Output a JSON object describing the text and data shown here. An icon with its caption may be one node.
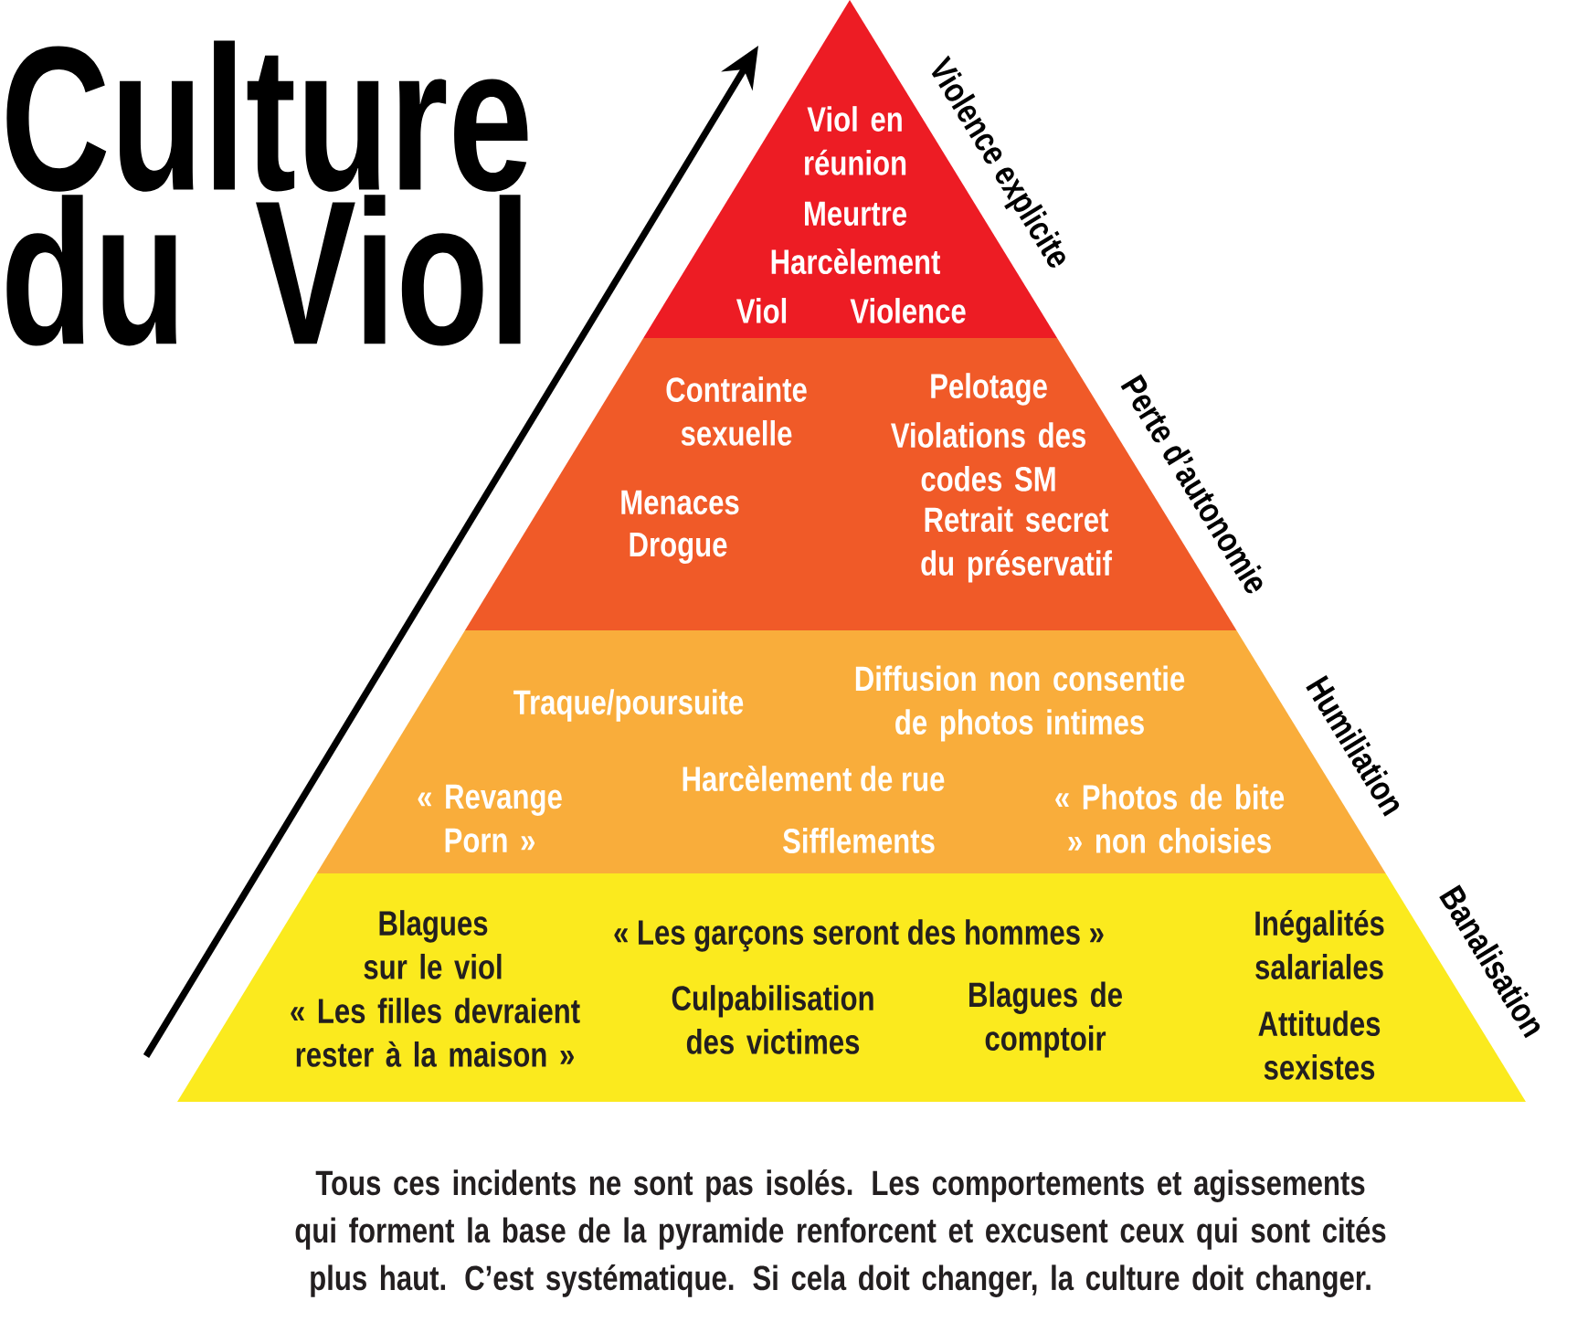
{
  "diagram": {
    "title": "Culture du Viol",
    "caption": "Tous ces incidents ne sont pas isolés. Les comportements et agissements qui forment la base de la pyramide renforcent et excusent ceux qui sont cités plus haut. C’est systématique. Si cela doit changer, la culture doit changer.",
    "nodes": [
      {
        "text": [
          "Viol en réunion",
          "Meurtre",
          "Harcèlement",
          "Viol",
          "Violence"
        ],
        "beside": [
          "Violence explicite"
        ]
      },
      {
        "text": [
          "Contrainte sexuelle",
          "Pelotage",
          "Violations des codes SM",
          "Menaces",
          "Drogue",
          "Retrait secret du préservatif"
        ],
        "beside": [
          "Perte d’autonomie"
        ]
      },
      {
        "text": [
          "Traque/poursuite",
          "Diffusion non consentie de photos intimes",
          "« Revange Porn »",
          "Harcèlement de rue",
          "Sifflements",
          "« Photos de bite » non choisies"
        ],
        "beside": [
          "Humiliation"
        ]
      },
      {
        "text": [
          "Blagues sur le viol",
          "« Les garçons seront des hommes »",
          "Inégalités salariales",
          "« Les filles devraient rester à la maison »",
          "Culpabilisation des victimes",
          "Blagues de comptoir",
          "Attitudes sexistes"
        ],
        "beside": [
          "Banalisation"
        ]
      }
    ]
  }
}
